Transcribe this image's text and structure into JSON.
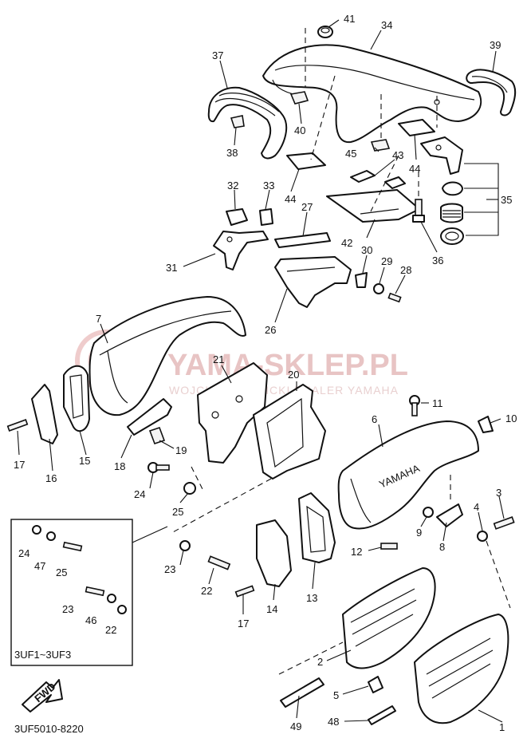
{
  "diagram": {
    "watermark": {
      "title": "YAMA-SKLEP.PL",
      "subtitle": "WOJCIECH ZAWICKI DEALER YAMAHA"
    },
    "inset_caption": "3UF1~3UF3",
    "drawing_code": "3UF5010-8220",
    "fwd_label": "FWD",
    "brand_mark": "YAMAHA",
    "callouts": {
      "n1": "1",
      "n2": "2",
      "n3": "3",
      "n4": "4",
      "n5": "5",
      "n6": "6",
      "n7": "7",
      "n8": "8",
      "n9": "9",
      "n10": "10",
      "n11": "11",
      "n12": "12",
      "n13": "13",
      "n14": "14",
      "n15": "15",
      "n16": "16",
      "n17a": "17",
      "n17b": "17",
      "n18": "18",
      "n19": "19",
      "n20": "20",
      "n21": "21",
      "n22a": "22",
      "n22b": "22",
      "n23a": "23",
      "n23b": "23",
      "n24a": "24",
      "n24b": "24",
      "n25a": "25",
      "n25b": "25",
      "n26": "26",
      "n27": "27",
      "n28": "28",
      "n29": "29",
      "n30": "30",
      "n31": "31",
      "n32": "32",
      "n33": "33",
      "n34": "34",
      "n35": "35",
      "n36": "36",
      "n37": "37",
      "n38": "38",
      "n39": "39",
      "n40": "40",
      "n41": "41",
      "n42": "42",
      "n43": "43",
      "n44a": "44",
      "n44b": "44",
      "n45": "45",
      "n46": "46",
      "n47": "47",
      "n48": "48",
      "n49": "49"
    }
  }
}
